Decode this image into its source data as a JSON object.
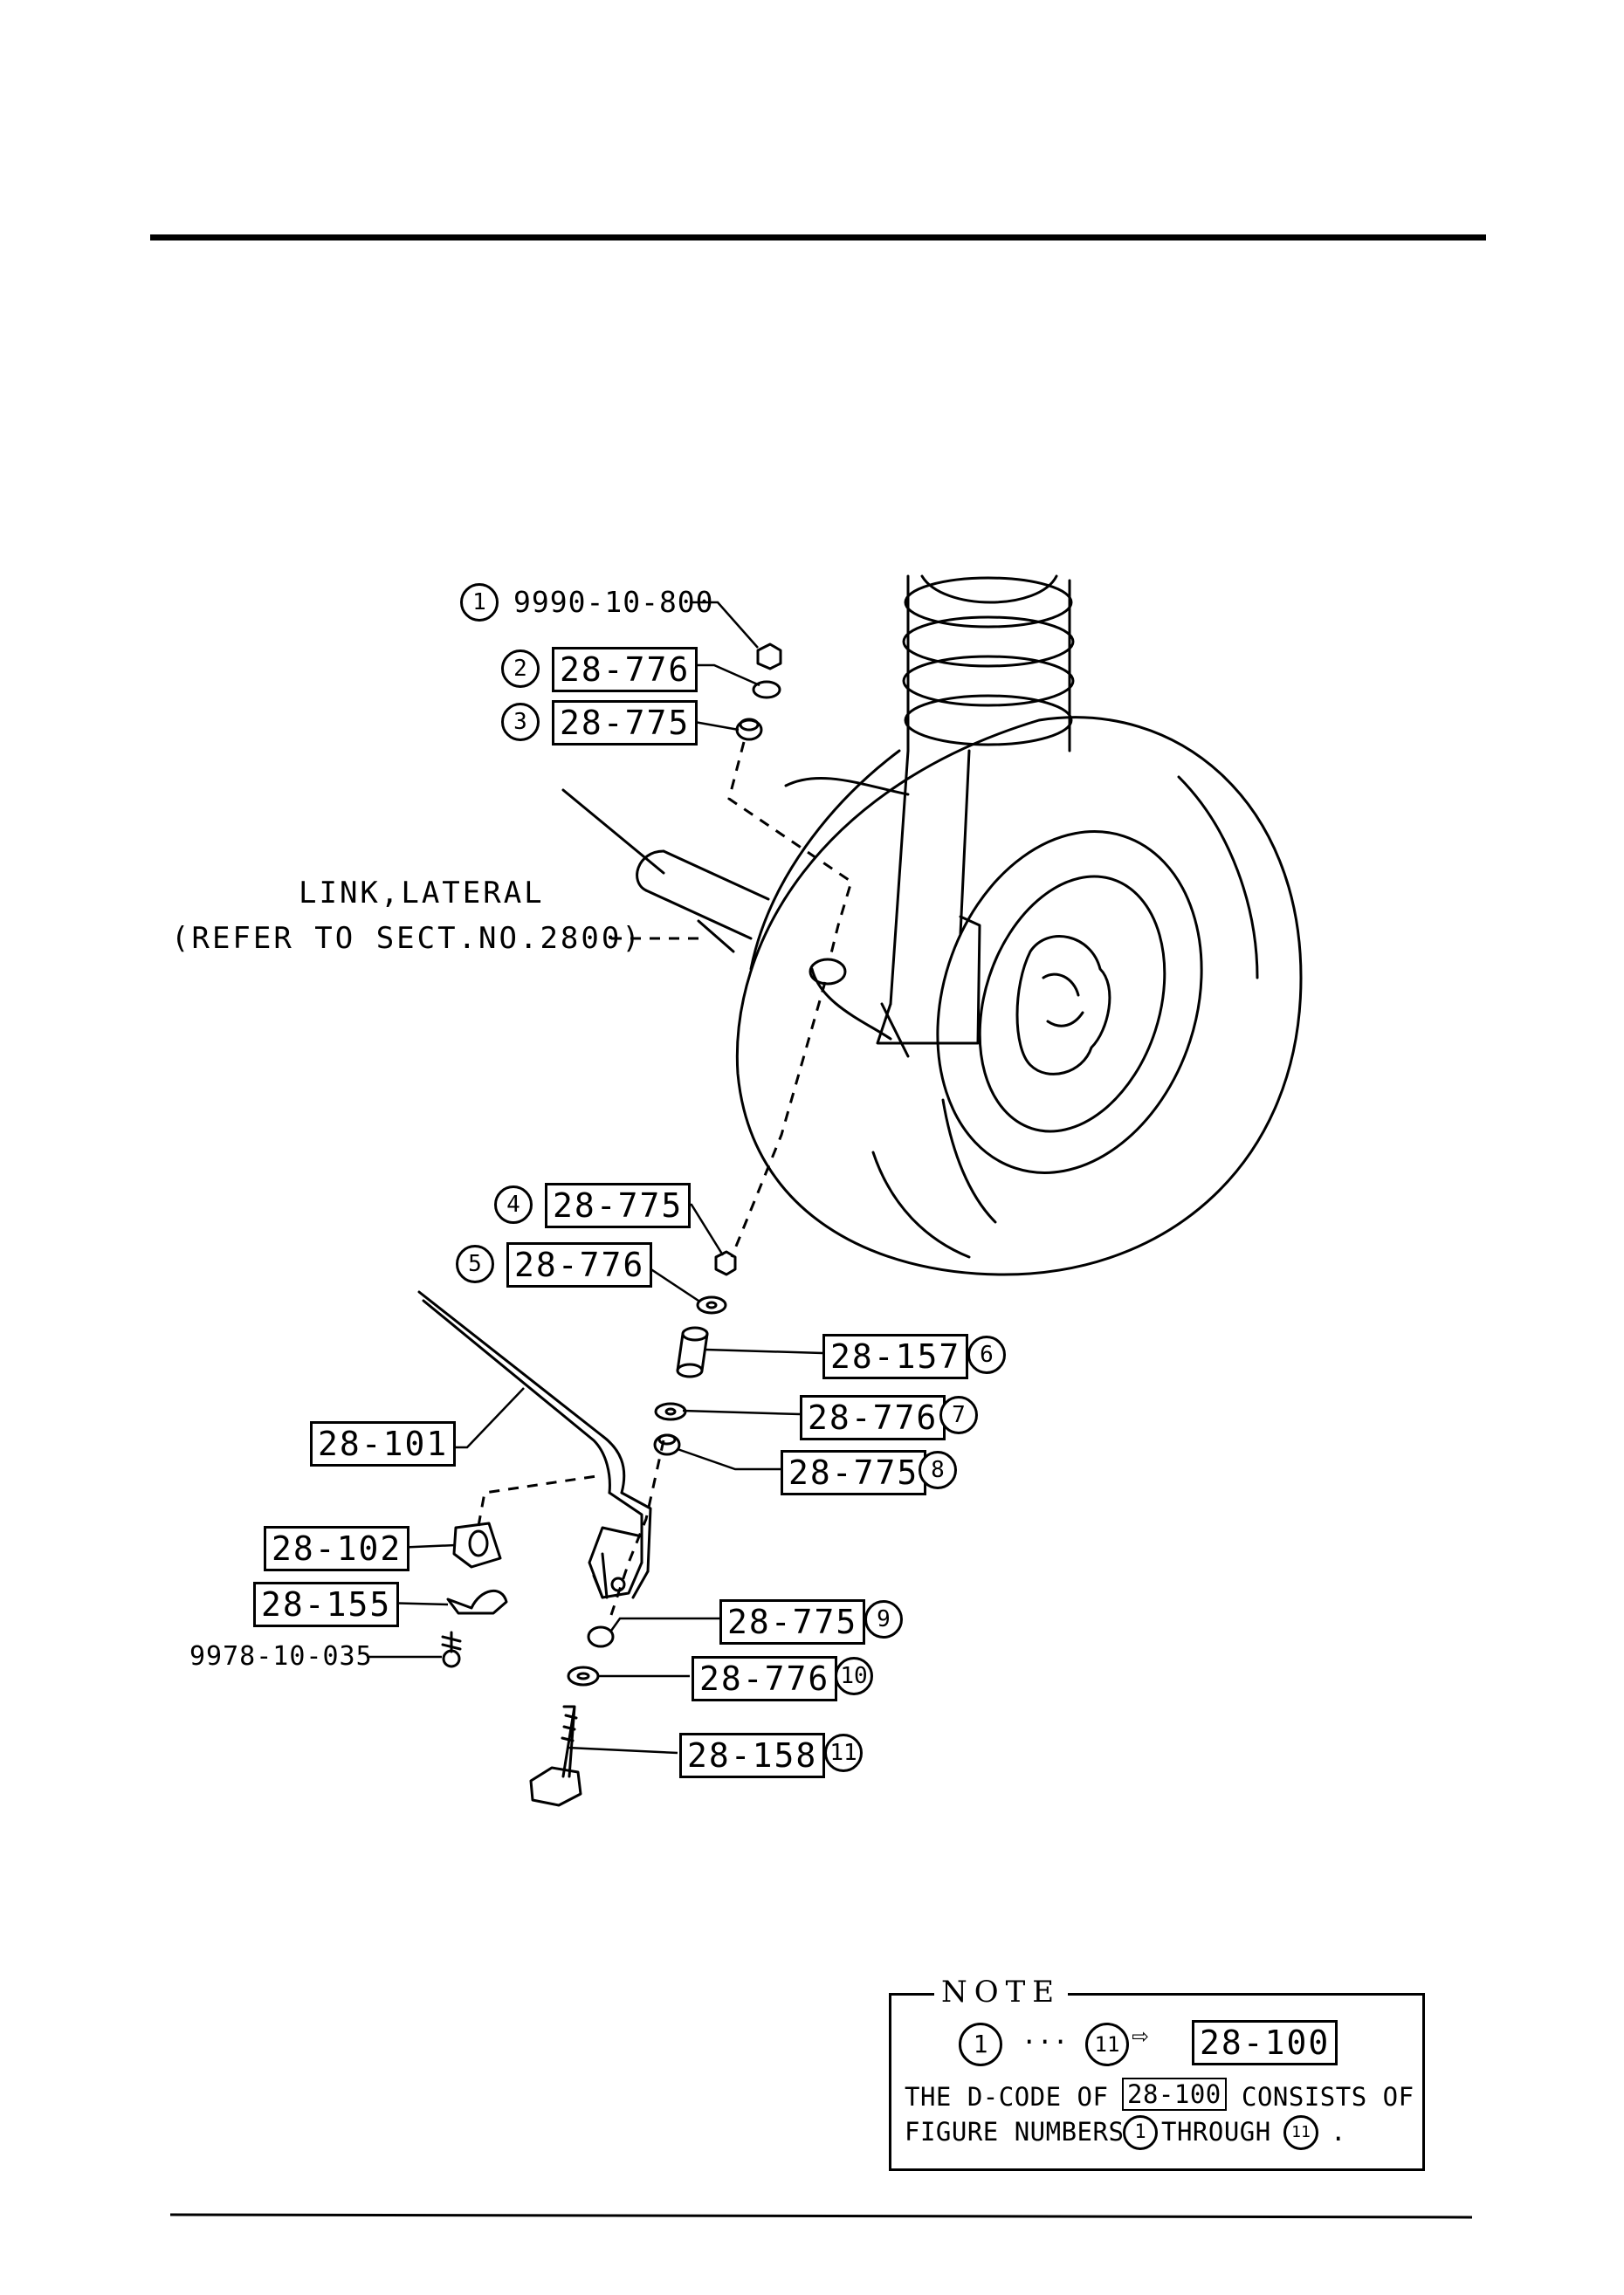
{
  "callouts": [
    {
      "num": "1",
      "code": "9990-10-800",
      "boxed": false
    },
    {
      "num": "2",
      "code": "28-776",
      "boxed": true
    },
    {
      "num": "3",
      "code": "28-775",
      "boxed": true
    },
    {
      "num": "4",
      "code": "28-775",
      "boxed": true
    },
    {
      "num": "5",
      "code": "28-776",
      "boxed": true
    },
    {
      "num": "6",
      "code": "28-157",
      "boxed": true
    },
    {
      "num": "7",
      "code": "28-776",
      "boxed": true
    },
    {
      "num": "8",
      "code": "28-775",
      "boxed": true
    },
    {
      "num": "9",
      "code": "28-775",
      "boxed": true
    },
    {
      "num": "10",
      "code": "28-776",
      "boxed": true
    },
    {
      "num": "11",
      "code": "28-158",
      "boxed": true
    }
  ],
  "parts": {
    "stabilizer_bar": "28-101",
    "bushing": "28-102",
    "bracket": "28-155",
    "bolt": "9978-10-035"
  },
  "link_label": {
    "line1": "LINK,LATERAL",
    "line2": "(REFER TO SECT.NO.2800)"
  },
  "note": {
    "title": "NOTE",
    "first_num": "1",
    "dots": "···",
    "last_num": "11",
    "arrow": "⇨",
    "assembly_code": "28-100",
    "line1_prefix": "THE D-CODE OF",
    "line1_code": "28-100",
    "line1_suffix": "CONSISTS OF",
    "line2_prefix": "FIGURE NUMBERS",
    "line2_first": "1",
    "line2_mid": "THROUGH",
    "line2_last": "11",
    "line2_end": "."
  }
}
